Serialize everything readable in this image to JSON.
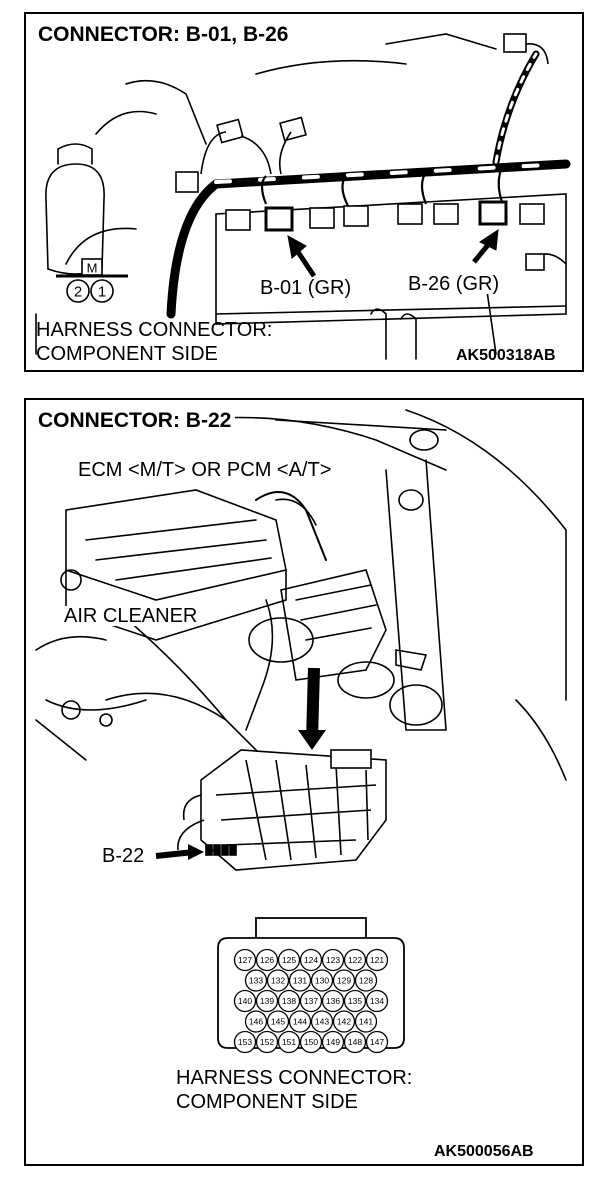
{
  "top_panel": {
    "title": "CONNECTOR: B-01, B-26",
    "callout_b01": "B-01 (GR)",
    "callout_b26": "B-26 (GR)",
    "harness_line1": "HARNESS CONNECTOR:",
    "harness_line2": "COMPONENT SIDE",
    "figure_code": "AK500318AB",
    "small_connector": {
      "marker": "M",
      "pins": [
        "2",
        "1"
      ]
    }
  },
  "bottom_panel": {
    "title": "CONNECTOR: B-22",
    "ecm_label": "ECM <M/T> OR PCM <A/T>",
    "air_cleaner_label": "AIR CLEANER",
    "connector_callout": "B-22",
    "harness_line1": "HARNESS CONNECTOR:",
    "harness_line2": "COMPONENT SIDE",
    "figure_code": "AK500056AB",
    "pin_rows": [
      [
        "127",
        "126",
        "125",
        "124",
        "123",
        "122",
        "121"
      ],
      [
        "133",
        "132",
        "131",
        "130",
        "129",
        "128"
      ],
      [
        "140",
        "139",
        "138",
        "137",
        "136",
        "135",
        "134"
      ],
      [
        "146",
        "145",
        "144",
        "143",
        "142",
        "141"
      ],
      [
        "153",
        "152",
        "151",
        "150",
        "149",
        "148",
        "147"
      ]
    ]
  }
}
